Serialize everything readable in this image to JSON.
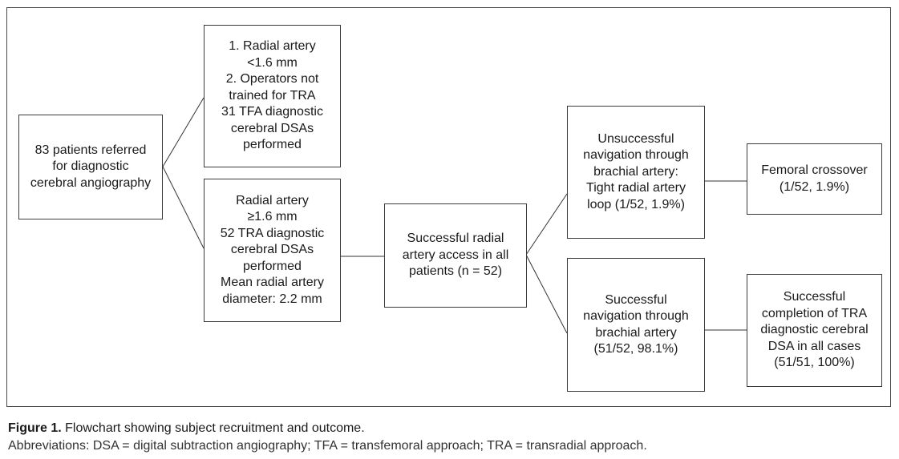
{
  "nodes": {
    "referred": [
      "83 patients referred",
      "for diagnostic",
      "cerebral angiography"
    ],
    "tfa": [
      "1. Radial artery",
      "<1.6 mm",
      "2. Operators not",
      "trained for TRA",
      "31 TFA diagnostic",
      "cerebral DSAs",
      "performed"
    ],
    "tra": [
      "Radial artery",
      "≥1.6 mm",
      "52 TRA diagnostic",
      "cerebral DSAs",
      "performed",
      "Mean radial artery",
      "diameter: 2.2 mm"
    ],
    "access": [
      "Successful radial",
      "artery access in all",
      "patients (n = 52)"
    ],
    "unsuccessful": [
      "Unsuccessful",
      "navigation through",
      "brachial artery:",
      "Tight radial artery",
      "loop (1/52, 1.9%)"
    ],
    "successful_nav": [
      "Successful",
      "navigation through",
      "brachial artery",
      "(51/52, 98.1%)"
    ],
    "crossover": [
      "Femoral crossover",
      "(1/52, 1.9%)"
    ],
    "completion": [
      "Successful",
      "completion of TRA",
      "diagnostic cerebral",
      "DSA in all cases",
      "(51/51, 100%)"
    ]
  },
  "caption": {
    "label": "Figure 1.",
    "text": " Flowchart showing subject recruitment and outcome."
  },
  "abbreviations": "Abbreviations: DSA = digital subtraction angiography; TFA = transfemoral approach; TRA = transradial approach."
}
